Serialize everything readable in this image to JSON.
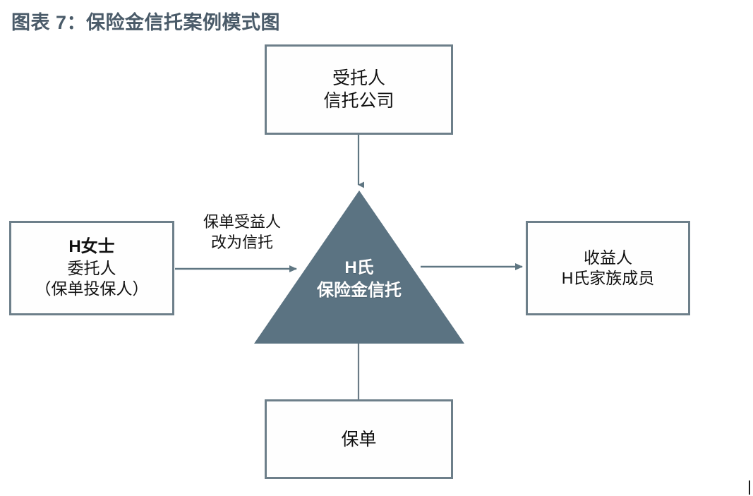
{
  "title": "图表 7：保险金信托案例模式图",
  "colors": {
    "title_text": "#4a5b69",
    "box_border": "#6d7f8a",
    "box_fill": "#fefefe",
    "triangle_fill": "#5b7382",
    "connector": "#5f7682",
    "body_text": "#111111",
    "triangle_text": "#ffffff",
    "background": "#ffffff"
  },
  "nodes": {
    "trustee": {
      "name": "受托人",
      "lines": [
        "受托人",
        "信托公司"
      ]
    },
    "settlor": {
      "name": "H女士",
      "lines": [
        "H女士",
        "委托人",
        "（保单投保人）"
      ]
    },
    "trust": {
      "name": "H氏保险金信托",
      "lines": [
        "H氏",
        "保险金信托"
      ]
    },
    "beneficiary": {
      "name": "收益人",
      "lines": [
        "收益人",
        "H氏家族成员"
      ]
    },
    "policy": {
      "name": "保单",
      "lines": [
        "保单"
      ]
    }
  },
  "edges": [
    {
      "id": "trustee-to-trust",
      "from": "trustee",
      "to": "trust",
      "direction": "down",
      "arrowhead": true,
      "label": ""
    },
    {
      "id": "settlor-to-trust",
      "from": "settlor",
      "to": "trust",
      "direction": "right",
      "arrowhead": true,
      "label_lines": [
        "保单受益人",
        "改为信托"
      ]
    },
    {
      "id": "trust-to-beneficiary",
      "from": "trust",
      "to": "beneficiary",
      "direction": "right",
      "arrowhead": true,
      "label": ""
    },
    {
      "id": "trust-to-policy",
      "from": "trust",
      "to": "policy",
      "direction": "down",
      "arrowhead": false,
      "label": ""
    }
  ],
  "edge_labels": {
    "policy_change": {
      "line_0": "保单受益人",
      "line_1": "改为信托"
    }
  }
}
